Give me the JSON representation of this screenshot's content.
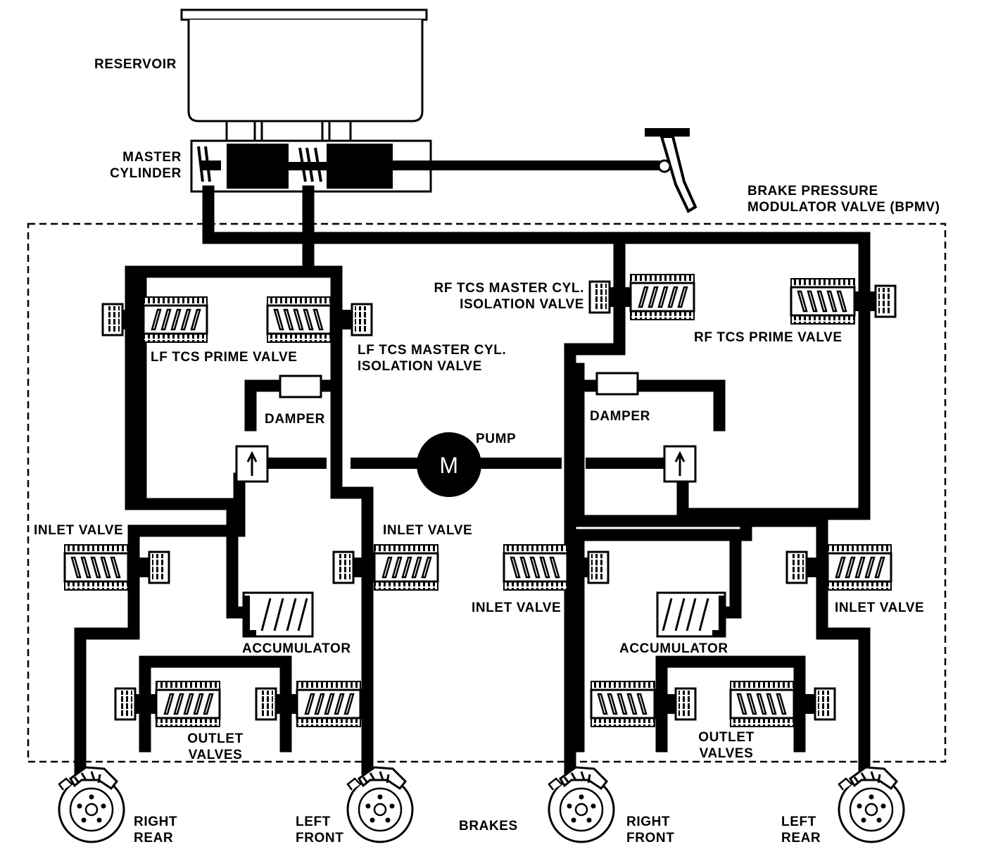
{
  "labels": {
    "reservoir": "RESERVOIR",
    "master_cylinder": [
      "MASTER",
      "CYLINDER"
    ],
    "bpmv": [
      "BRAKE PRESSURE",
      "MODULATOR VALVE (BPMV)"
    ],
    "rf_isolation": [
      "RF TCS MASTER CYL.",
      "ISOLATION VALVE"
    ],
    "rf_prime": "RF TCS PRIME VALVE",
    "lf_prime": "LF TCS PRIME VALVE",
    "lf_isolation": [
      "LF TCS MASTER CYL.",
      "ISOLATION VALVE"
    ],
    "damper_left": "DAMPER",
    "damper_right": "DAMPER",
    "pump": "PUMP",
    "motor": "M",
    "inlet_valve_1": "INLET VALVE",
    "inlet_valve_2": "INLET VALVE",
    "inlet_valve_3": "INLET VALVE",
    "inlet_valve_4": "INLET VALVE",
    "accumulator_left": "ACCUMULATOR",
    "accumulator_right": "ACCUMULATOR",
    "outlet_left": [
      "OUTLET",
      "VALVES"
    ],
    "outlet_right": [
      "OUTLET",
      "VALVES"
    ],
    "right_rear": [
      "RIGHT",
      "REAR"
    ],
    "left_front": [
      "LEFT",
      "FRONT"
    ],
    "brakes": "BRAKES",
    "right_front": [
      "RIGHT",
      "FRONT"
    ],
    "left_rear": [
      "LEFT",
      "REAR"
    ]
  },
  "colors": {
    "ink": "#000000",
    "paper": "#ffffff"
  }
}
